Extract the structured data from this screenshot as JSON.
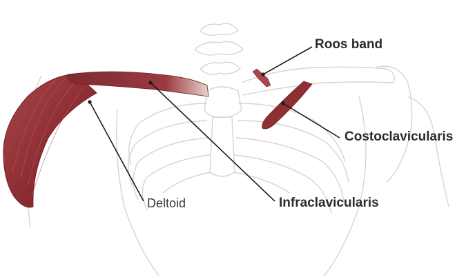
{
  "labels": {
    "roos_band": "Roos band",
    "costoclavicularis": "Costoclavicularis",
    "infraclavicularis": "Infraclavicularis",
    "deltoid": "Deltoid"
  },
  "colors": {
    "muscle": "#8e2f34",
    "muscle_dark": "#6e1f25",
    "bone_stroke": "#d9d4c8",
    "leader_line": "#1a1a1a"
  }
}
